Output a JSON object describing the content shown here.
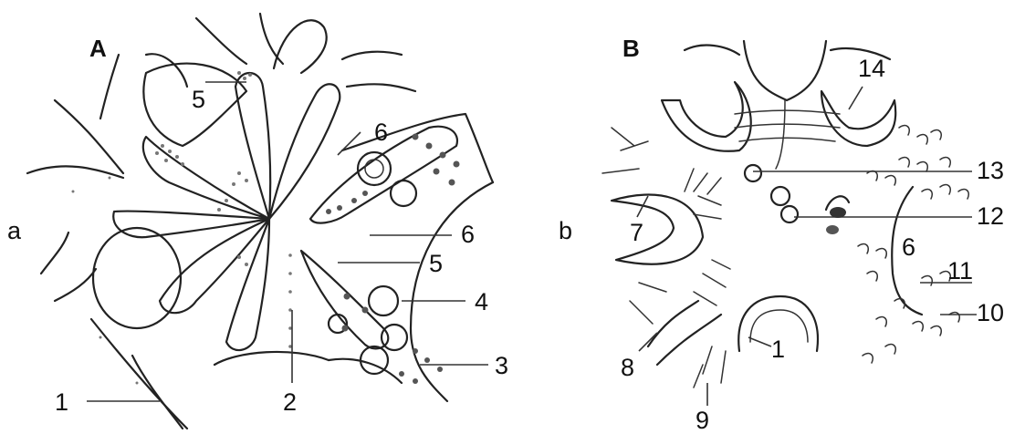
{
  "panels": [
    {
      "letter": "A",
      "side_letter": "a",
      "labels": [
        "5",
        "6",
        "6",
        "5",
        "4",
        "3",
        "2",
        "1"
      ]
    },
    {
      "letter": "B",
      "side_letter": "b",
      "labels": [
        "14",
        "13",
        "12",
        "7",
        "6",
        "11",
        "10",
        "1",
        "8",
        "9"
      ]
    }
  ]
}
